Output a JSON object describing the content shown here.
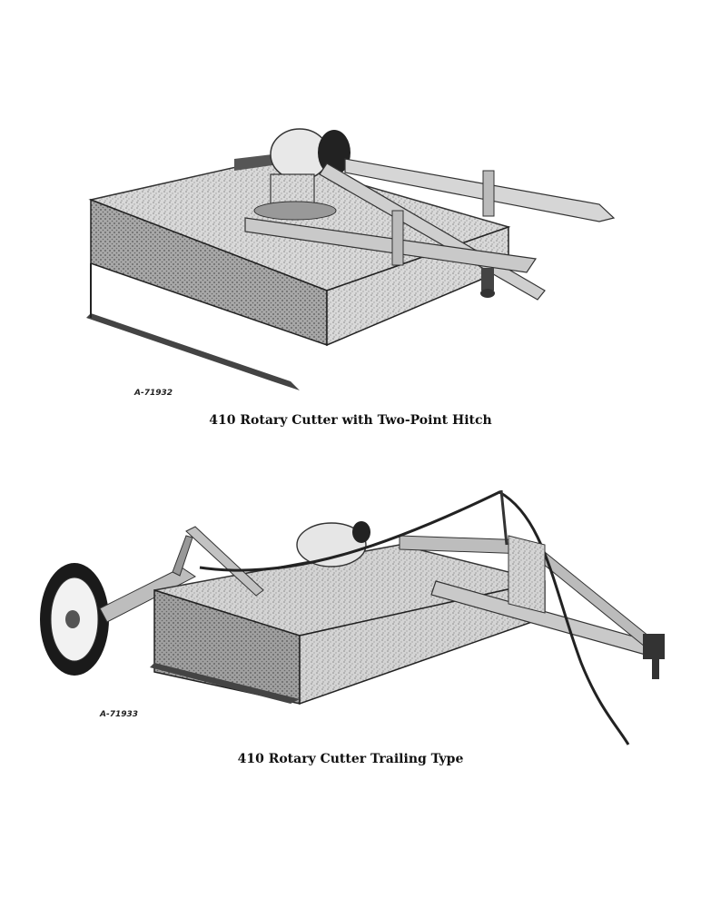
{
  "figures": [
    {
      "id_label": "A-71932",
      "caption": "410 Rotary Cutter with Two-Point Hitch"
    },
    {
      "id_label": "A-71933",
      "caption": "410 Rotary Cutter Trailing Type"
    }
  ]
}
